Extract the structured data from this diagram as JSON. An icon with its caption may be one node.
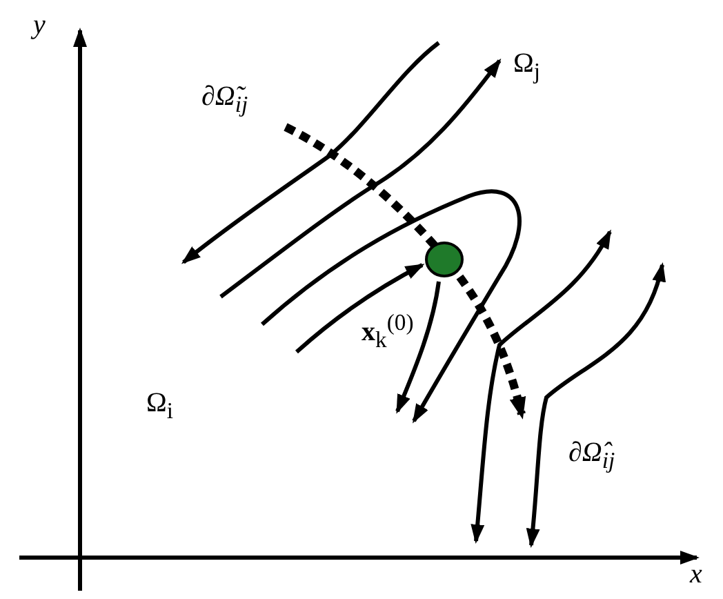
{
  "diagram": {
    "nodes": [
      {
        "text": [],
        "shape": "circle",
        "beside": [
          "**x**$_{k}$$^{(0)}$"
        ]
      }
    ],
    "edges": [],
    "labels": [
      "y",
      "Ω$_{j}$",
      "∂Ω̃$_{ij}$",
      "Ω$_{i}$",
      "∂Ω̂$_{ij}$",
      "x"
    ]
  }
}
